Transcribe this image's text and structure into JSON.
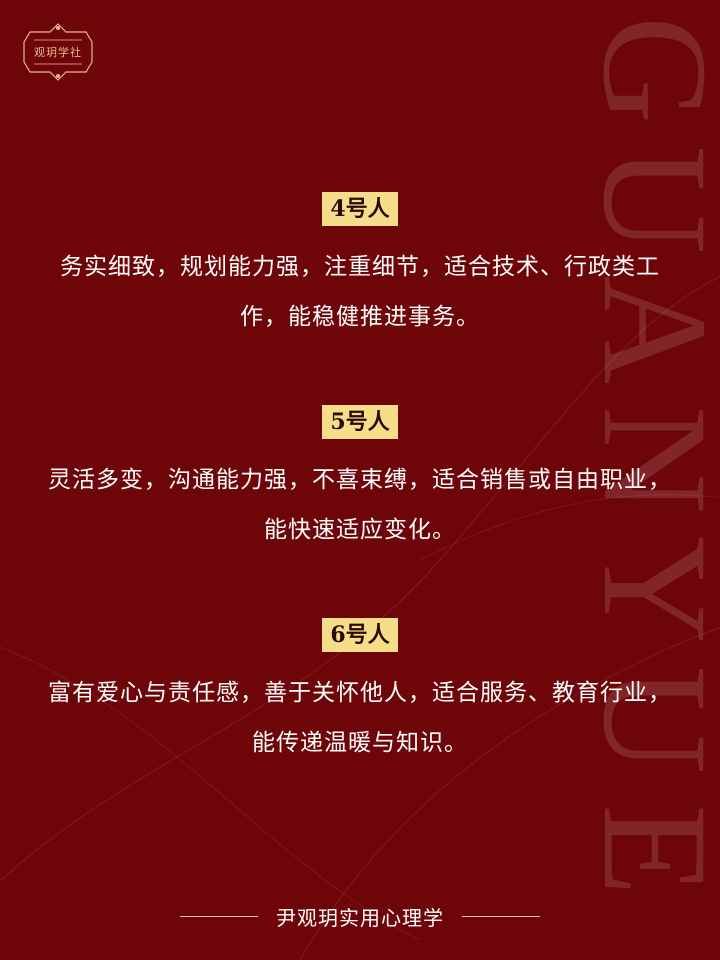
{
  "logo": {
    "text": "观玥学社"
  },
  "watermark": {
    "text": "GUANYUE",
    "letters": [
      "G",
      "U",
      "A",
      "N",
      "Y",
      "U",
      "E"
    ]
  },
  "sections": [
    {
      "tag": "4号人",
      "description": "务实细致，规划能力强，注重细节，适合技术、行政类工作，能稳健推进事务。"
    },
    {
      "tag": "5号人",
      "description": "灵活多变，沟通能力强，不喜束缚，适合销售或自由职业，能快速适应变化。"
    },
    {
      "tag": "6号人",
      "description": "富有爱心与责任感，善于关怀他人，适合服务、教育行业，能传递温暖与知识。"
    }
  ],
  "footer": {
    "text": "尹观玥实用心理学"
  },
  "colors": {
    "background": "#6e0509",
    "tag_bg": "#f6dd8a",
    "logo_gold": "#e8b98c"
  }
}
